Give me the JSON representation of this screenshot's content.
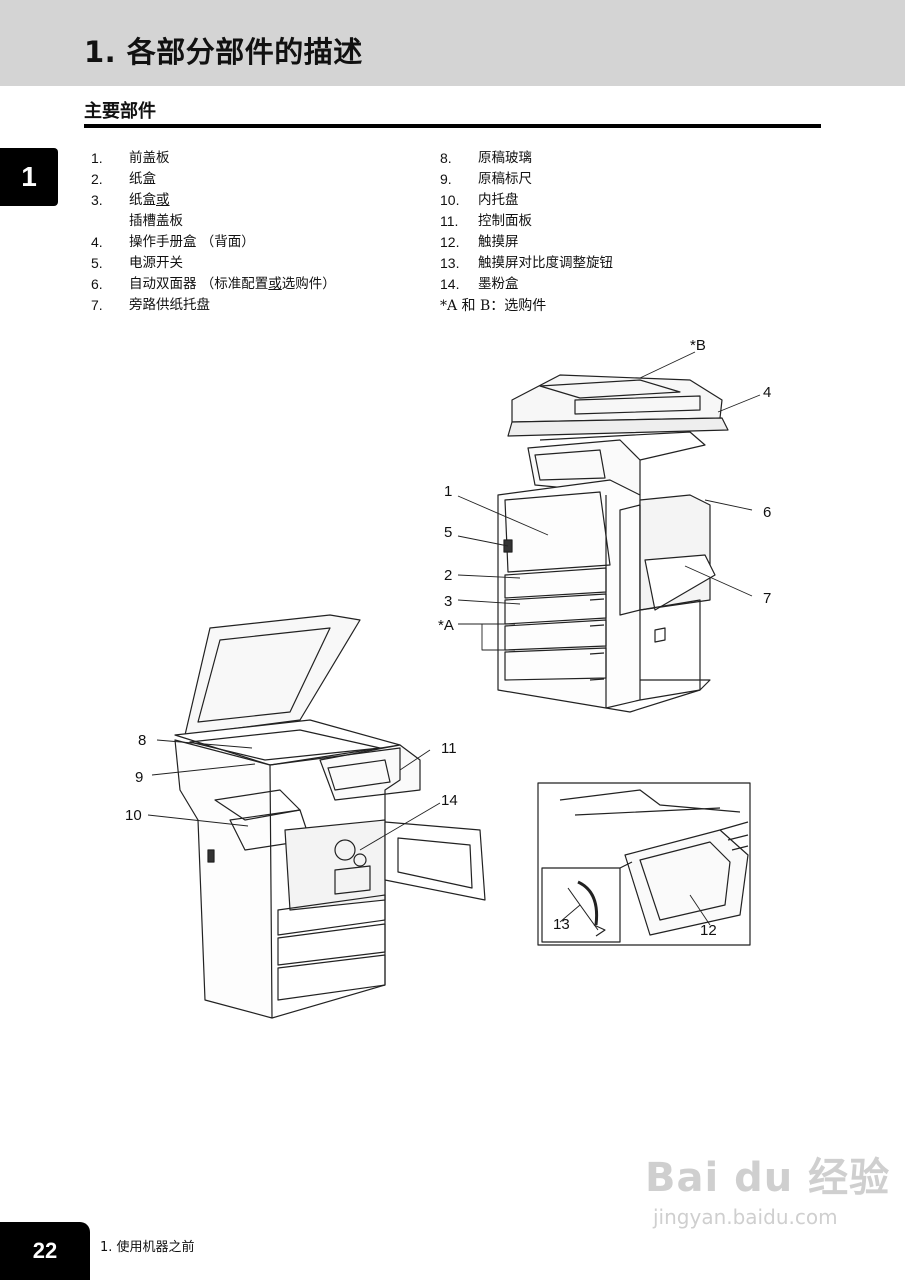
{
  "header": {
    "title": "1. 各部分部件的描述"
  },
  "section": {
    "title": "主要部件"
  },
  "chapter_tab": "1",
  "parts_left": [
    {
      "num": "1.",
      "label": "前盖板"
    },
    {
      "num": "2.",
      "label": "纸盒"
    },
    {
      "num": "3.",
      "label_a": "纸盒",
      "label_or": "或",
      "label_b": "插槽盖板"
    },
    {
      "num": "4.",
      "label": "操作手册盒 （背面）"
    },
    {
      "num": "5.",
      "label": "电源开关"
    },
    {
      "num": "6.",
      "label_a": "自动双面器 （标准配置",
      "label_or": "或",
      "label_b": "选购件）"
    },
    {
      "num": "7.",
      "label": "旁路供纸托盘"
    }
  ],
  "parts_right": [
    {
      "num": "8.",
      "label": "原稿玻璃"
    },
    {
      "num": "9.",
      "label": "原稿标尺"
    },
    {
      "num": "10.",
      "label": "内托盘"
    },
    {
      "num": "11.",
      "label": "控制面板"
    },
    {
      "num": "12.",
      "label": "触摸屏"
    },
    {
      "num": "13.",
      "label": "触摸屏对比度调整旋钮"
    },
    {
      "num": "14.",
      "label": "墨粉盒"
    }
  ],
  "note": "*A 和 B：选购件",
  "callouts": {
    "b": "*B",
    "n4": "4",
    "n1": "1",
    "n6": "6",
    "n5": "5",
    "n2": "2",
    "n7": "7",
    "n3": "3",
    "a": "*A",
    "n8": "8",
    "n11": "11",
    "n9": "9",
    "n14": "14",
    "n10": "10",
    "n13": "13",
    "n12": "12"
  },
  "footer": {
    "page_number": "22",
    "chapter": "1. 使用机器之前"
  },
  "watermark": {
    "brand": "Bai du 经验",
    "url": "jingyan.baidu.com"
  }
}
